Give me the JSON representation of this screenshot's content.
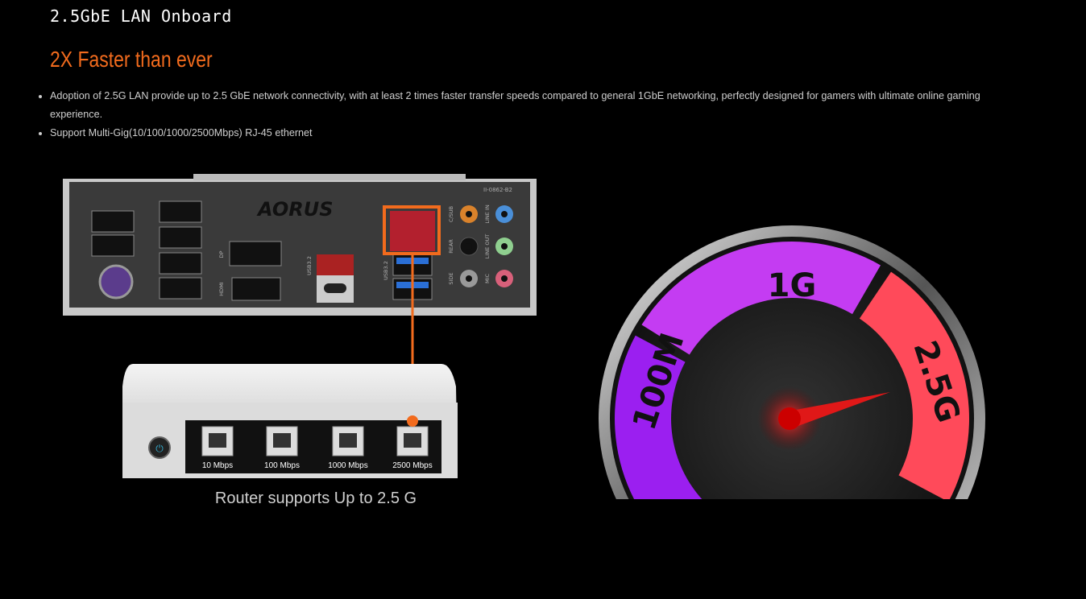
{
  "section_title": "2.5GbE LAN Onboard",
  "headline": "2X Faster than ever",
  "bullets": [
    "Adoption of 2.5G LAN provide up to 2.5 GbE network connectivity, with at least 2 times faster transfer speeds compared to general 1GbE networking, perfectly designed for gamers with ultimate online gaming experience.",
    "Support Multi-Gig(10/100/1000/2500Mbps) RJ-45 ethernet"
  ],
  "io_panel": {
    "logo": "AORUS",
    "model": "II-0862-B2",
    "labels": [
      "DP",
      "HDMI",
      "USB3.2",
      "USB3.2",
      "C/SUB",
      "REAR",
      "SIDE",
      "LINE IN",
      "LINE OUT",
      "MIC"
    ]
  },
  "router": {
    "ports": [
      "10 Mbps",
      "100 Mbps",
      "1000 Mbps",
      "2500 Mbps"
    ],
    "caption": "Router supports Up to 2.5 G"
  },
  "gauge": {
    "labels": [
      "100M",
      "1G",
      "2.5G"
    ],
    "colors": {
      "100M": "#9b1ff0",
      "1G": "#c43cf2",
      "2.5G": "#ff4a5a"
    }
  },
  "accent_color": "#f26b1d"
}
